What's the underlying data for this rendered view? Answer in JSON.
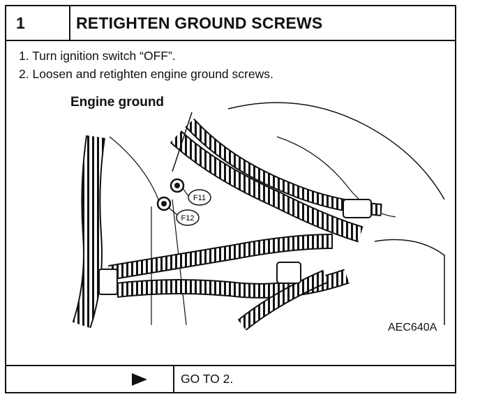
{
  "step": {
    "number": "1",
    "title": "RETIGHTEN GROUND SCREWS"
  },
  "instructions": [
    "1. Turn ignition switch “OFF”.",
    "2. Loosen and retighten engine ground screws."
  ],
  "figure": {
    "label": "Engine ground",
    "callouts": [
      "F11",
      "F12"
    ],
    "code": "AEC640A"
  },
  "footer": {
    "arrow_icon": "right-triangle-arrow-icon",
    "goto_text": "GO TO 2."
  }
}
